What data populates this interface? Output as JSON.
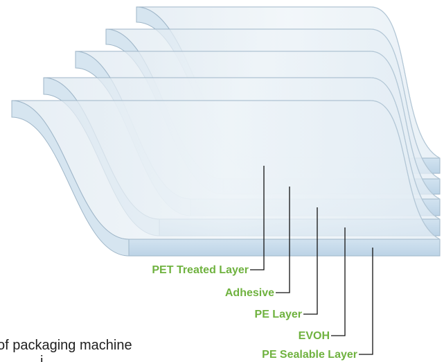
{
  "diagram": {
    "layers": [
      {
        "label": "PET Treated Layer"
      },
      {
        "label": "Adhesive"
      },
      {
        "label": "PE Layer"
      },
      {
        "label": "EVOH"
      },
      {
        "label": "PE Sealable Layer"
      }
    ],
    "colors": {
      "label": "#6fb23f",
      "leader": "#111111",
      "film_top": "#e7eff6",
      "film_front": "#c4d9ea",
      "film_edge": "#9fb6c8"
    }
  },
  "body": {
    "line1": "of packaging machine",
    "line2": "i"
  }
}
